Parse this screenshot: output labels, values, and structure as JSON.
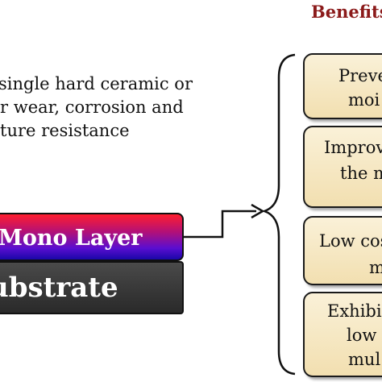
{
  "benefits_title": "Benefits",
  "description": {
    "lines": [
      "single hard ceramic or",
      "r wear, corrosion and",
      "ture resistance"
    ]
  },
  "layers": {
    "mono_layer": "Mono Layer",
    "substrate": "ubstrate"
  },
  "benefits": [
    {
      "lines": [
        "Preve",
        "moi"
      ]
    },
    {
      "lines": [
        "Improv",
        "the m"
      ]
    },
    {
      "lines": [
        "Low cos",
        "m"
      ]
    },
    {
      "lines": [
        "Exhibi",
        "low",
        "mul"
      ]
    }
  ]
}
